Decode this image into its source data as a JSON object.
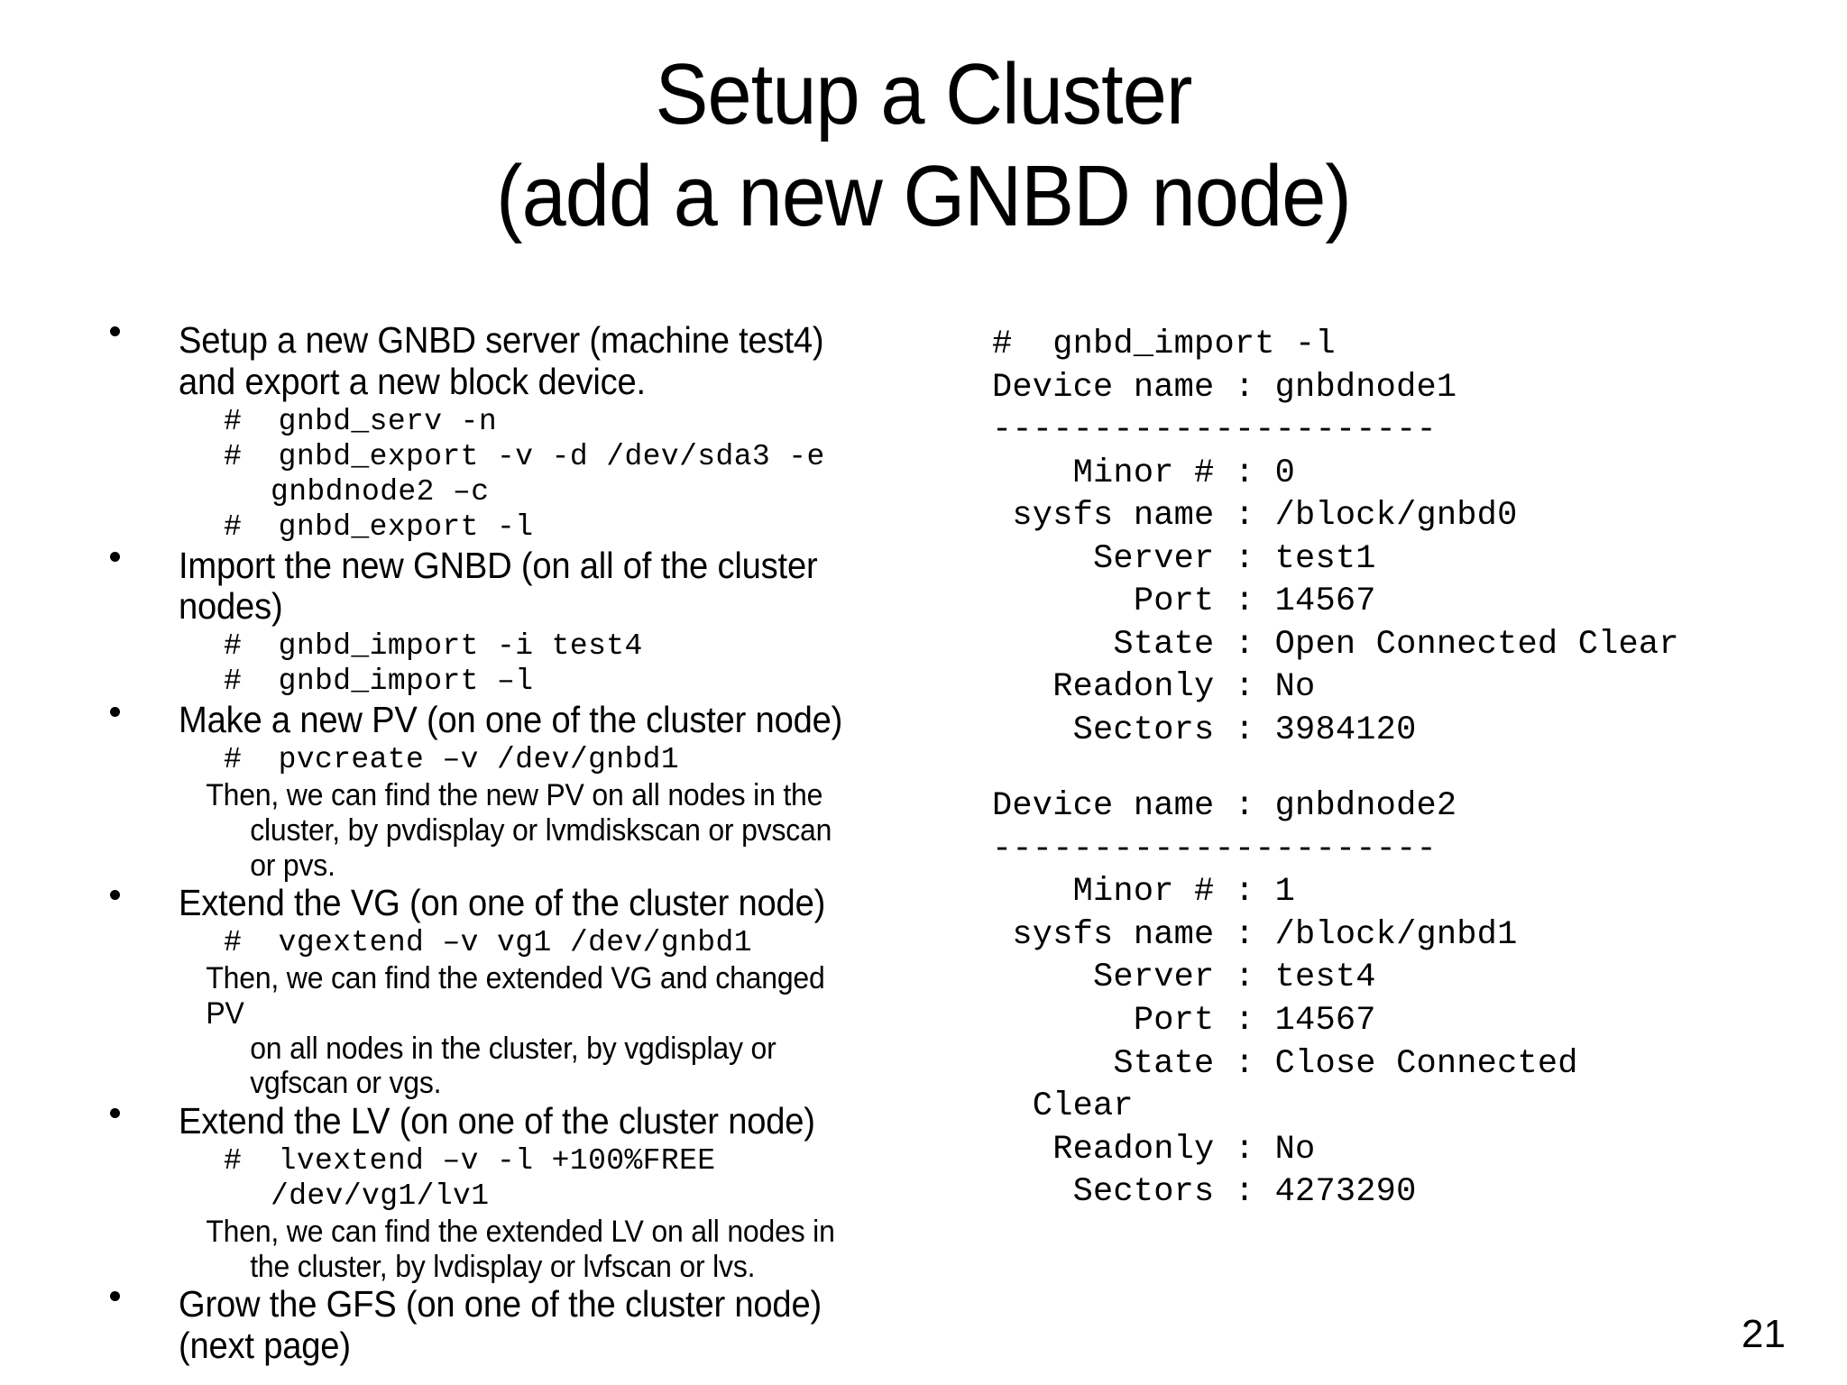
{
  "slide": {
    "title_lines": [
      "Setup a Cluster",
      "(add a new GNBD node)"
    ],
    "page_number": "21"
  },
  "left_column": {
    "blocks": [
      {
        "type": "bullet",
        "text": "Setup a new GNBD server (machine test4) and export a new block device."
      },
      {
        "type": "code",
        "text": "#  gnbd_serv -n"
      },
      {
        "type": "code",
        "text": "#  gnbd_export -v -d /dev/sda3 -e"
      },
      {
        "type": "code-wrap",
        "text": "gnbdnode2 –c"
      },
      {
        "type": "code",
        "text": "#  gnbd_export -l"
      },
      {
        "type": "bullet",
        "text": "Import the new GNBD (on all of the cluster nodes)"
      },
      {
        "type": "code",
        "text": "#  gnbd_import -i test4"
      },
      {
        "type": "code",
        "text": "#  gnbd_import –l"
      },
      {
        "type": "bullet",
        "text": "Make a new PV (on one of the cluster node)"
      },
      {
        "type": "code",
        "text": "#  pvcreate –v /dev/gnbd1"
      },
      {
        "type": "note",
        "first": "Then, we can find the new PV on all nodes in the",
        "rest": "cluster, by pvdisplay or lvmdiskscan or pvscan or pvs."
      },
      {
        "type": "bullet",
        "text": "Extend the VG (on one of the cluster node)"
      },
      {
        "type": "code",
        "text": "#  vgextend –v vg1 /dev/gnbd1"
      },
      {
        "type": "note",
        "first": "Then, we can find the extended VG and changed PV",
        "rest": "on all nodes in the cluster, by vgdisplay or vgfscan or vgs."
      },
      {
        "type": "bullet",
        "text": "Extend the LV (on one of the cluster node)"
      },
      {
        "type": "code",
        "text": "#  lvextend –v -l +100%FREE"
      },
      {
        "type": "code-wrap",
        "text": "/dev/vg1/lv1"
      },
      {
        "type": "note",
        "first": "Then, we can find the extended LV on all nodes in",
        "rest": "the cluster, by lvdisplay or lvfscan or lvs."
      },
      {
        "type": "bullet",
        "text": "Grow the GFS (on one of the cluster node) (next page)"
      }
    ]
  },
  "right_column": {
    "terminal_lines": [
      "#  gnbd_import -l",
      "Device name : gnbdnode1",
      "----------------------",
      "    Minor # : 0",
      " sysfs name : /block/gnbd0",
      "     Server : test1",
      "       Port : 14567",
      "      State : Open Connected Clear",
      "   Readonly : No",
      "    Sectors : 3984120",
      "",
      "Device name : gnbdnode2",
      "----------------------",
      "    Minor # : 1",
      " sysfs name : /block/gnbd1",
      "     Server : test4",
      "       Port : 14567",
      "      State : Close Connected",
      "  Clear",
      "   Readonly : No",
      "    Sectors : 4273290"
    ]
  }
}
